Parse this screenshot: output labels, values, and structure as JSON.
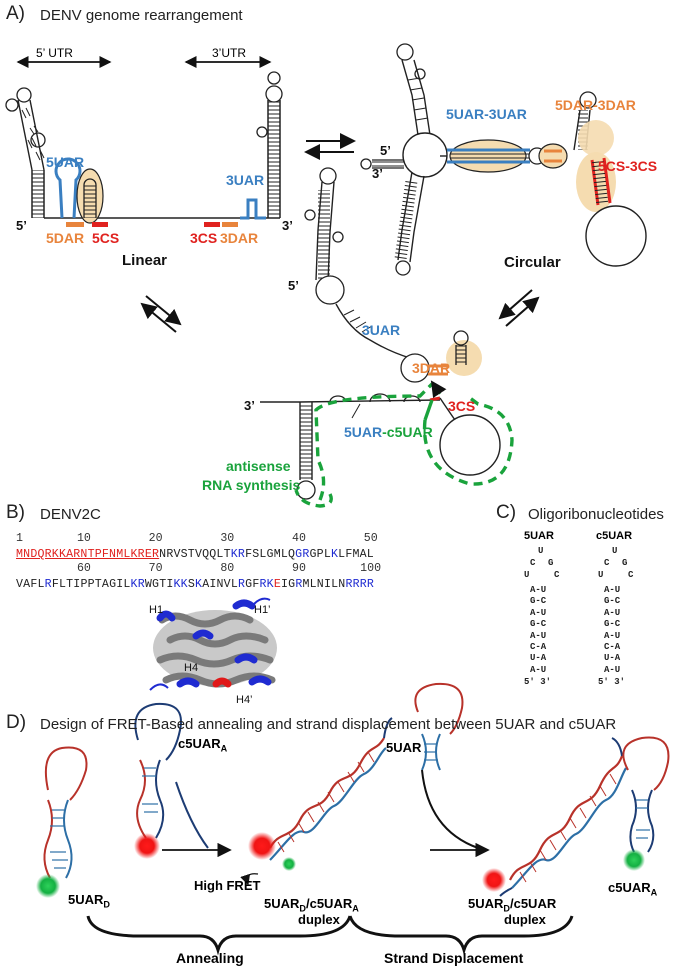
{
  "panelA": {
    "letter": "A)",
    "title": "DENV genome rearrangement",
    "utr5": "5’ UTR",
    "utr3": "3’UTR",
    "linear": "Linear",
    "circular": "Circular",
    "five": "5’",
    "three": "3’",
    "uar5": "5UAR",
    "dar5": "5DAR",
    "cs5": "5CS",
    "uar3": "3UAR",
    "cs3": "3CS",
    "dar3": "3DAR",
    "pair_uar": "5UAR-3UAR",
    "pair_dar": "5DAR-3DAR",
    "pair_cs": "5CS-3CS",
    "mid_uar3": "3UAR",
    "mid_dar3": "3DAR",
    "mid_cs3": "3CS",
    "c5uar_a": "5UAR",
    "c5uar_b": "-c5UAR",
    "antisense1": "antisense",
    "antisense2": "RNA synthesis"
  },
  "panelB": {
    "letter": "B)",
    "title": "DENV2C",
    "ticks1": [
      "1",
      "10",
      "20",
      "30",
      "40",
      "50"
    ],
    "ticks2": [
      "60",
      "70",
      "80",
      "90",
      "100"
    ],
    "seq1": [
      {
        "t": "MNDQRKKARNTPFNMLKRER",
        "c": "red-u"
      },
      {
        "t": "NRVSTVQQLT",
        "c": "n"
      },
      {
        "t": "KR",
        "c": "b"
      },
      {
        "t": "FSLGMLQ",
        "c": "n"
      },
      {
        "t": "G",
        "c": "b"
      },
      {
        "t": "R",
        "c": "b"
      },
      {
        "t": "GPL",
        "c": "n"
      },
      {
        "t": "K",
        "c": "b"
      },
      {
        "t": "LFMAL",
        "c": "n"
      }
    ],
    "seq2": [
      {
        "t": "VAFL",
        "c": "n"
      },
      {
        "t": "R",
        "c": "b"
      },
      {
        "t": "FLTIPPTAGIL",
        "c": "n"
      },
      {
        "t": "KR",
        "c": "b"
      },
      {
        "t": "WGTI",
        "c": "n"
      },
      {
        "t": "KK",
        "c": "b"
      },
      {
        "t": "S",
        "c": "n"
      },
      {
        "t": "K",
        "c": "b"
      },
      {
        "t": "AINVL",
        "c": "n"
      },
      {
        "t": "R",
        "c": "b"
      },
      {
        "t": "GF",
        "c": "n"
      },
      {
        "t": "RK",
        "c": "b"
      },
      {
        "t": "E",
        "c": "r"
      },
      {
        "t": "IG",
        "c": "n"
      },
      {
        "t": "R",
        "c": "b"
      },
      {
        "t": "MLNILN",
        "c": "n"
      },
      {
        "t": "RRRR",
        "c": "b"
      }
    ],
    "h1": "H1",
    "h1p": "H1’",
    "h4": "H4",
    "h4p": "H4’"
  },
  "panelC": {
    "letter": "C)",
    "title": "Oligoribonucleotides",
    "left_name": "5UAR",
    "right_name": "c5UAR",
    "loop_top": "U",
    "left_loop": [
      "C",
      "G",
      "U",
      "C"
    ],
    "right_loop": [
      "C",
      "G",
      "U",
      "C"
    ],
    "left_pairs": [
      "A-U",
      "G-C",
      "A-U",
      "G-C",
      "A-U",
      "C-A",
      "U-A",
      "A-U"
    ],
    "right_pairs": [
      "A-U",
      "G-C",
      "A-U",
      "G-C",
      "A-U",
      "C-A",
      "U-A",
      "A-U"
    ],
    "ends_left": "5′   3′",
    "ends_right": "5′   3′"
  },
  "panelD": {
    "letter": "D)",
    "title": "Design of FRET-Based annealing and strand displacement between 5UAR and c5UAR",
    "c5uarA_top": "c5UAR",
    "c5uarA_sub": "A",
    "uarD": "5UAR",
    "uarD_sub": "D",
    "high_fret": "High FRET",
    "duplex1_a": "5UAR",
    "duplex1_sub1": "D",
    "duplex1_b": "/c5UAR",
    "duplex1_sub2": "A",
    "duplex_word1": "duplex",
    "uar_plain": "5UAR",
    "duplex2_a": "5UAR",
    "duplex2_sub": "D",
    "duplex2_b": "/c5UAR",
    "duplex_word2": "duplex",
    "c5uarA_right": "c5UAR",
    "c5uarA_right_sub": "A",
    "annealing": "Annealing",
    "strand_disp": "Strand Displacement"
  },
  "colors": {
    "blue": "#3a7fc1",
    "orange": "#e8843c",
    "red": "#e0221f",
    "green": "#1aa33c",
    "tan": "#f5dcb0",
    "helix_red": "#b8322a",
    "helix_blue": "#2d6fa6"
  }
}
